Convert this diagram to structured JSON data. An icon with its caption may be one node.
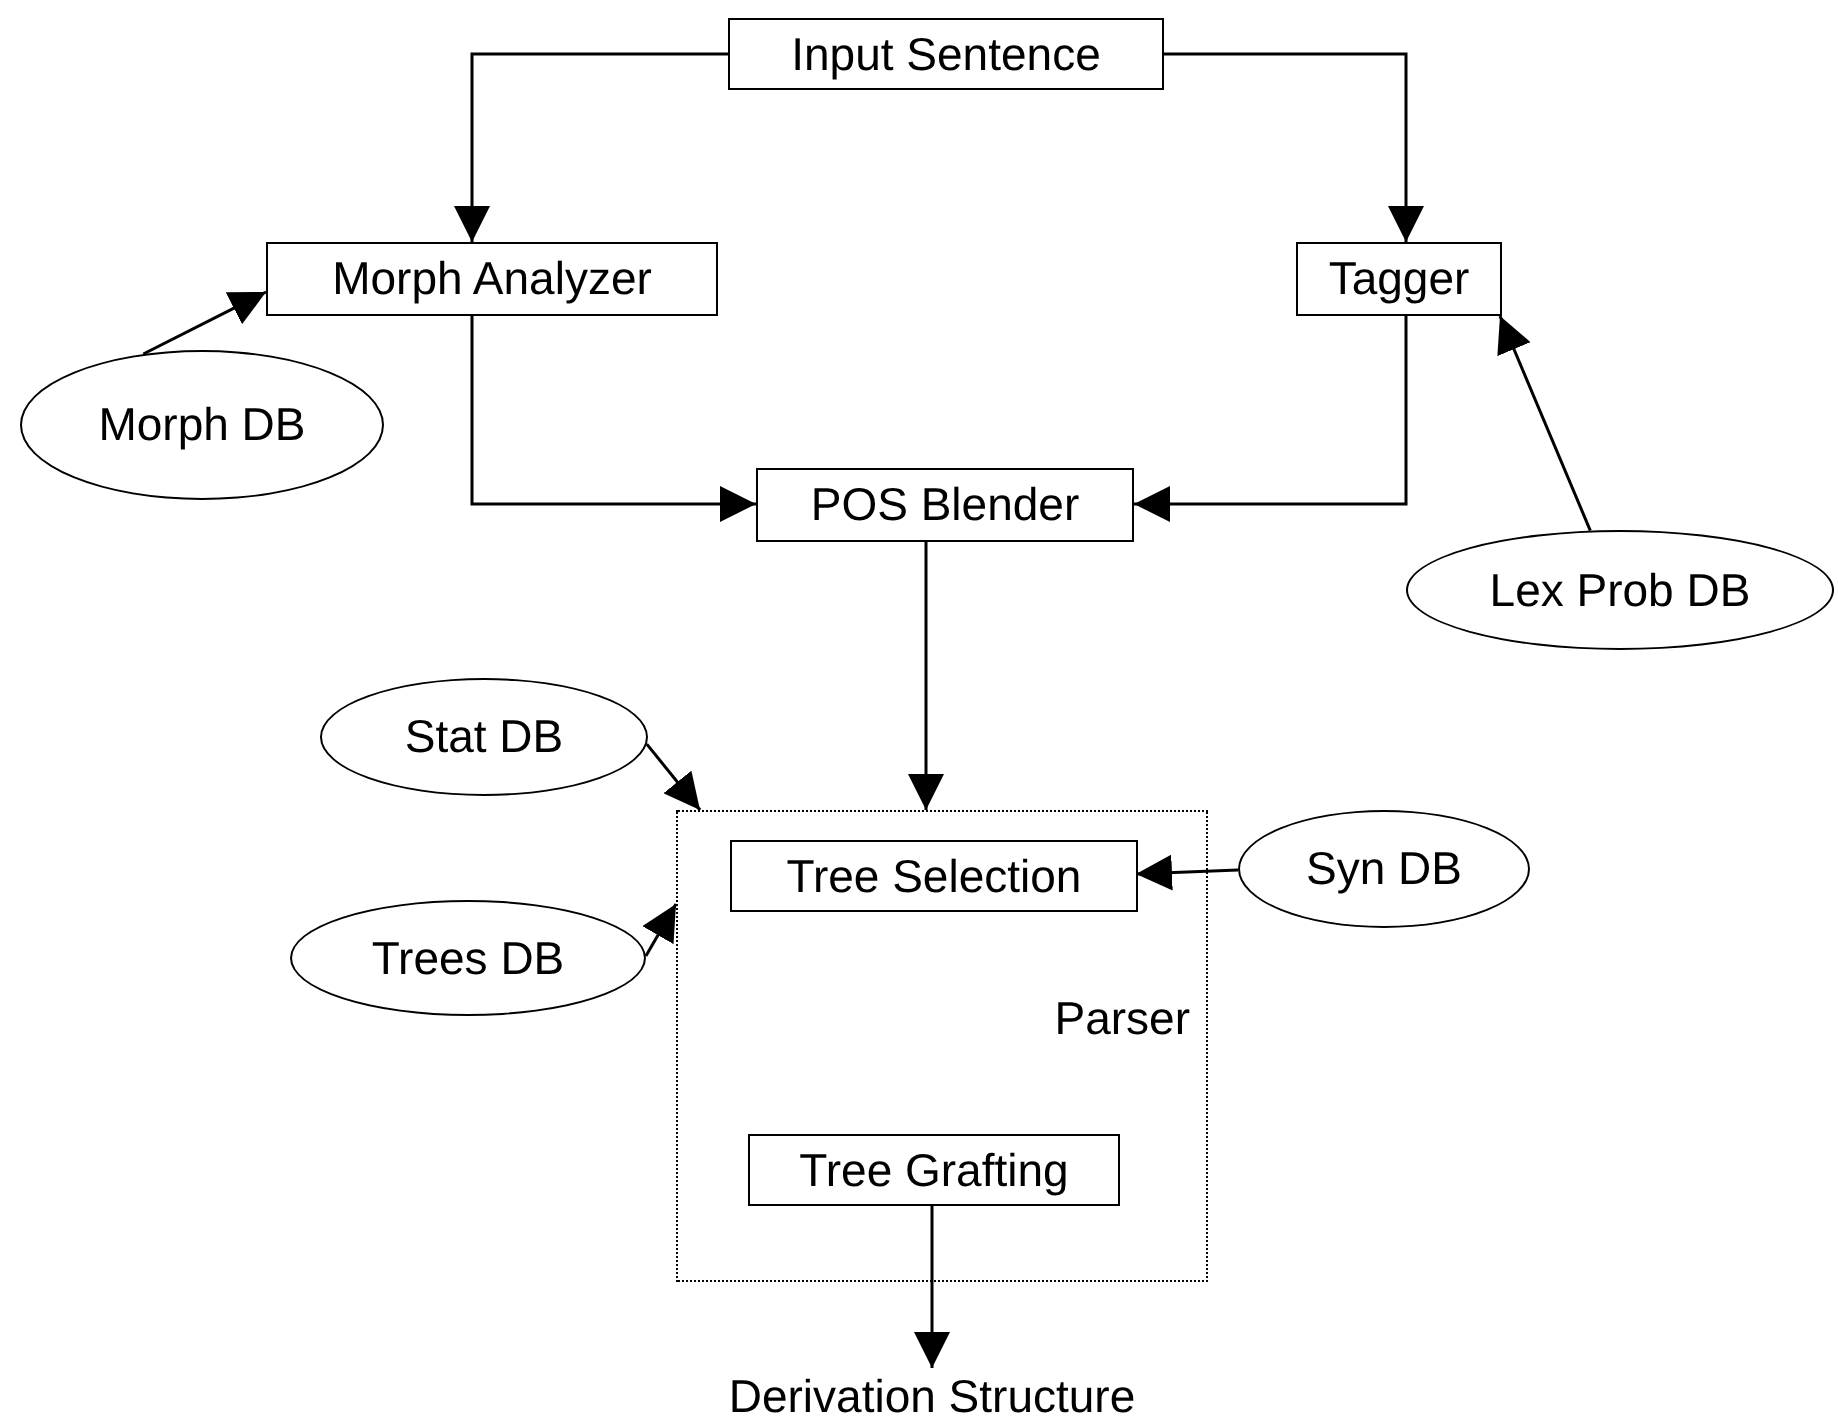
{
  "diagram": {
    "nodes": [
      {
        "text": [
          "Input Sentence"
        ]
      },
      {
        "text": [
          "Morph Analyzer"
        ]
      },
      {
        "text": [
          "Tagger"
        ]
      },
      {
        "text": [
          "Morph DB"
        ]
      },
      {
        "text": [
          "POS Blender"
        ]
      },
      {
        "text": [
          "Lex Prob DB"
        ]
      },
      {
        "text": [
          "Stat DB"
        ]
      },
      {
        "text": [
          "Parser"
        ]
      },
      {
        "text": [
          "Tree Selection"
        ],
        "in": 7
      },
      {
        "text": [
          "Syn DB"
        ]
      },
      {
        "text": [
          "Trees DB"
        ]
      },
      {
        "text": [
          "Tree Grafting"
        ],
        "in": 7
      },
      {
        "text": [
          "Derivation Structure"
        ]
      }
    ],
    "edges": [
      {
        "from": 0,
        "to": 1,
        "arrow": "to"
      },
      {
        "from": 0,
        "to": 2,
        "arrow": "to"
      },
      {
        "from": 3,
        "to": 1,
        "arrow": "to"
      },
      {
        "from": 5,
        "to": 2,
        "arrow": "to"
      },
      {
        "from": 1,
        "to": 4,
        "arrow": "to"
      },
      {
        "from": 2,
        "to": 4,
        "arrow": "to"
      },
      {
        "from": 4,
        "to": 7,
        "arrow": "to"
      },
      {
        "from": 6,
        "to": 7,
        "arrow": "to"
      },
      {
        "from": 10,
        "to": 7,
        "arrow": "to"
      },
      {
        "from": 9,
        "to": 8,
        "arrow": "to"
      },
      {
        "from": 11,
        "to": 12,
        "arrow": "to"
      }
    ]
  }
}
